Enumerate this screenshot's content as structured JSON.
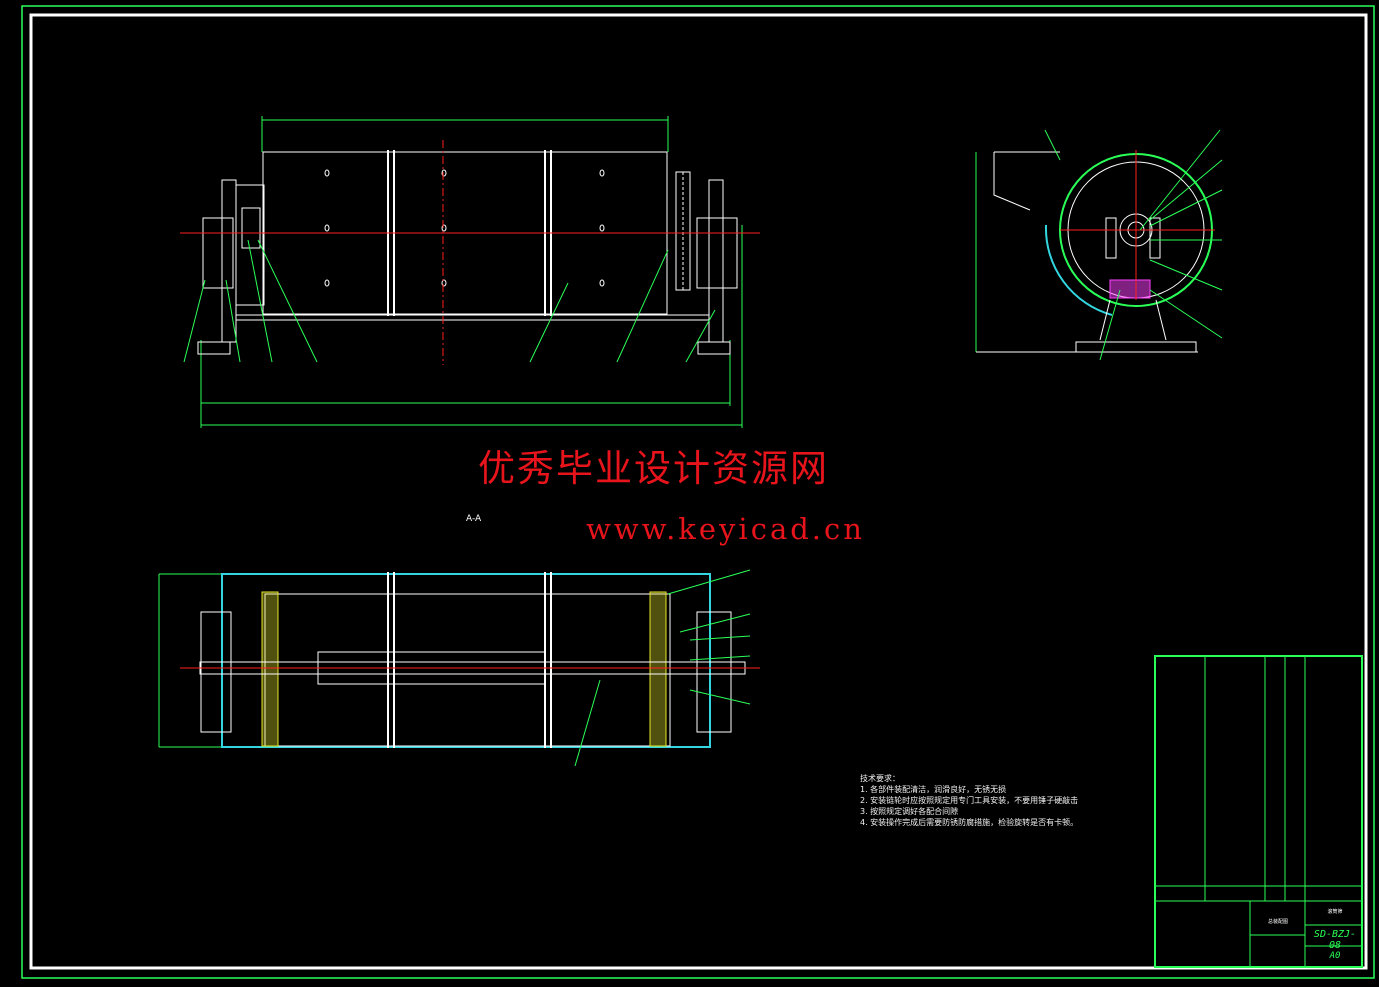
{
  "watermark": {
    "title": "优秀毕业设计资源网",
    "url": "www.keyicad.cn"
  },
  "view_label": "A-A",
  "technical_requirements": {
    "heading": "技术要求：",
    "items": [
      "1. 各部件装配清洁，润滑良好，无锈无损",
      "2. 安装链轮时应按照规定用专门工具安装，不要用锤子硬敲击",
      "3. 按照规定调好各配合间隙",
      "4. 安装操作完成后需要防锈防腐措施，检验旋转是否有卡顿。"
    ]
  },
  "title_block": {
    "drawing_no": "SD-BZJ-08",
    "scale": "A0",
    "name": "总装配图",
    "title": "滚筒筛"
  },
  "colors": {
    "background": "#000000",
    "frame": "#ffffff",
    "dimension": "#2aff57",
    "centerline": "#ff2020",
    "cyan": "#33d6e0",
    "yellow": "#e6e62a",
    "magenta": "#ff40ff",
    "watermark": "#e8141c"
  }
}
